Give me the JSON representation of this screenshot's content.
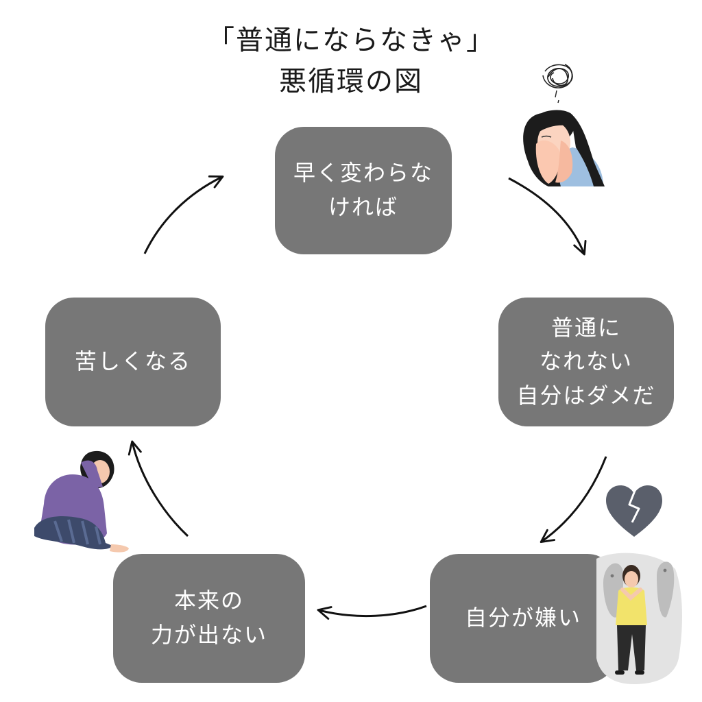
{
  "title": {
    "line1": "「普通にならなきゃ」",
    "line2": "悪循環の図"
  },
  "colors": {
    "node_fill": "#777777",
    "node_text": "#ffffff",
    "arrow": "#111111",
    "heart": "#5a5f6b",
    "sweater_purple": "#7b63a6",
    "shirt_yellow": "#f2e36b",
    "shirt_blue": "#9ebfe0"
  },
  "cycle": {
    "nodes": [
      {
        "id": "change",
        "label": "早く変わらな\nければ"
      },
      {
        "id": "cant-be-normal",
        "label": "普通に\nなれない\n自分はダメだ"
      },
      {
        "id": "hate-self",
        "label": "自分が嫌い"
      },
      {
        "id": "no-power",
        "label": "本来の\n力が出ない"
      },
      {
        "id": "suffering",
        "label": "苦しくなる"
      }
    ],
    "arrows": [
      {
        "from": "change",
        "to": "cant-be-normal"
      },
      {
        "from": "cant-be-normal",
        "to": "hate-self"
      },
      {
        "from": "hate-self",
        "to": "no-power"
      },
      {
        "from": "no-power",
        "to": "suffering"
      },
      {
        "from": "suffering",
        "to": "change"
      }
    ]
  },
  "illustrations": [
    {
      "name": "stressed-woman-illustration",
      "icon": "tangled-stress-scribble"
    },
    {
      "name": "broken-heart-icon",
      "icon": "broken-heart"
    },
    {
      "name": "anxious-person-illustration",
      "icon": "person-with-shadow-ghosts"
    },
    {
      "name": "sad-sitting-woman-illustration",
      "icon": "woman-hugging-knees"
    }
  ]
}
